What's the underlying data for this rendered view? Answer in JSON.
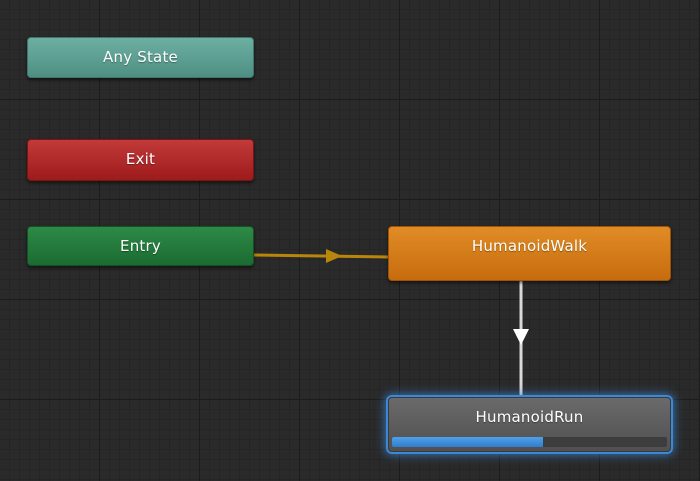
{
  "graph": {
    "nodes": {
      "any_state": {
        "label": "Any State",
        "color": "#5fa596"
      },
      "exit": {
        "label": "Exit",
        "color": "#b02828"
      },
      "entry": {
        "label": "Entry",
        "color": "#23793c"
      },
      "humanoid_walk": {
        "label": "HumanoidWalk",
        "color": "#d27b1a"
      },
      "humanoid_run": {
        "label": "HumanoidRun",
        "color": "#5e5e5e",
        "selected": true,
        "progress": 0.55
      }
    },
    "transitions": [
      {
        "from": "Entry",
        "to": "HumanoidWalk",
        "type": "default",
        "color": "#b8860b"
      },
      {
        "from": "HumanoidWalk",
        "to": "HumanoidRun",
        "color": "#d9d9d9"
      }
    ],
    "selection_color": "#3c88d8"
  }
}
